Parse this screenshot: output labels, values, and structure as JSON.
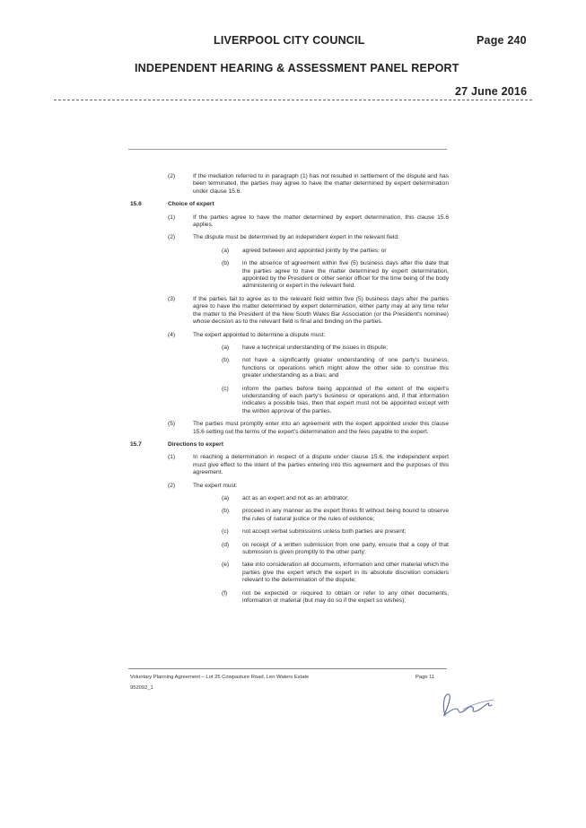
{
  "header": {
    "council": "LIVERPOOL CITY COUNCIL",
    "page": "Page 240",
    "report_title": "INDEPENDENT HEARING & ASSESSMENT PANEL REPORT",
    "date": "27 June 2016"
  },
  "body": [
    {
      "num": "(2)",
      "level": 1,
      "text": "If the mediation referred to in paragraph (1) has not resulted in settlement of the dispute and has been terminated, the parties may agree to have the matter determined by expert determination under clause 15.6."
    },
    {
      "num": "15.6",
      "level": 0,
      "text": "Choice of expert"
    },
    {
      "num": "(1)",
      "level": 1,
      "text": "If the parties agree to have the matter determined by expert determination, this clause 15.6 applies."
    },
    {
      "num": "(2)",
      "level": 1,
      "text": "The dispute must be determined by an independent expert in the relevant field:"
    },
    {
      "num": "(a)",
      "level": 2,
      "text": "agreed between and appointed jointly by the parties; or"
    },
    {
      "num": "(b)",
      "level": 2,
      "text": "in the absence of agreement within five (5) business days after the date that the parties agree to have the matter determined by expert determination, appointed by the President or other senior officer for the time being of the body administering or expert in the relevant field."
    },
    {
      "num": "(3)",
      "level": 1,
      "text": "If the parties fail to agree as to the relevant field within five (5) business days after the parties agree to have the matter determined by expert determination, either party may at any time refer the matter to the President of the New South Wales Bar Association (or the President's nominee) whose decision as to the relevant field is final and binding on the parties."
    },
    {
      "num": "(4)",
      "level": 1,
      "text": "The expert appointed to determine a dispute must:"
    },
    {
      "num": "(a)",
      "level": 2,
      "text": "have a technical understanding of the issues in dispute;"
    },
    {
      "num": "(b)",
      "level": 2,
      "text": "not have a significantly greater understanding of one party's business, functions or operations which might allow the other side to construe this greater understanding as a bias; and"
    },
    {
      "num": "(c)",
      "level": 2,
      "text": "inform the parties before being appointed of the extent of the expert's understanding of each party's business or operations and, if that information indicates a possible bias, then that expert must not be appointed except with the written approval of the parties."
    },
    {
      "num": "(5)",
      "level": 1,
      "text": "The parties must promptly enter into an agreement with the expert appointed under this clause 15.6 setting out the terms of the expert's determination and the fees payable to the expert."
    },
    {
      "num": "15.7",
      "level": 0,
      "text": "Directions to expert"
    },
    {
      "num": "(1)",
      "level": 1,
      "text": "In reaching a determination in respect of a dispute under clause 15.6, the independent expert must give effect to the intent of the parties entering into this agreement and the purposes of this agreement."
    },
    {
      "num": "(2)",
      "level": 1,
      "text": "The expert must:"
    },
    {
      "num": "(a)",
      "level": 2,
      "text": "act as an expert and not as an arbitrator;"
    },
    {
      "num": "(b)",
      "level": 2,
      "text": "proceed in any manner as the expert thinks fit without being bound to observe the rules of natural justice or the rules of evidence;"
    },
    {
      "num": "(c)",
      "level": 2,
      "text": "not accept verbal submissions unless both parties are present;"
    },
    {
      "num": "(d)",
      "level": 2,
      "text": "on receipt of a written submission from one party, ensure that a copy of that submission is given promptly to the other party;"
    },
    {
      "num": "(e)",
      "level": 2,
      "text": "take into consideration all documents, information and other material which the parties give the expert which the expert in its absolute discretion considers relevant to the determination of the dispute;"
    },
    {
      "num": "(f)",
      "level": 2,
      "text": "not be expected or required to obtain or refer to any other documents, information or material (but may do so if the expert so wishes);"
    }
  ],
  "footer": {
    "left": "Voluntary Planning Agreement – Lot 25 Cowpasture Road, Len Waters Estate",
    "page": "Page 11",
    "ref": "952092_1"
  },
  "colors": {
    "ink": "#2a2a2a",
    "signature": "#5b6a9a"
  }
}
